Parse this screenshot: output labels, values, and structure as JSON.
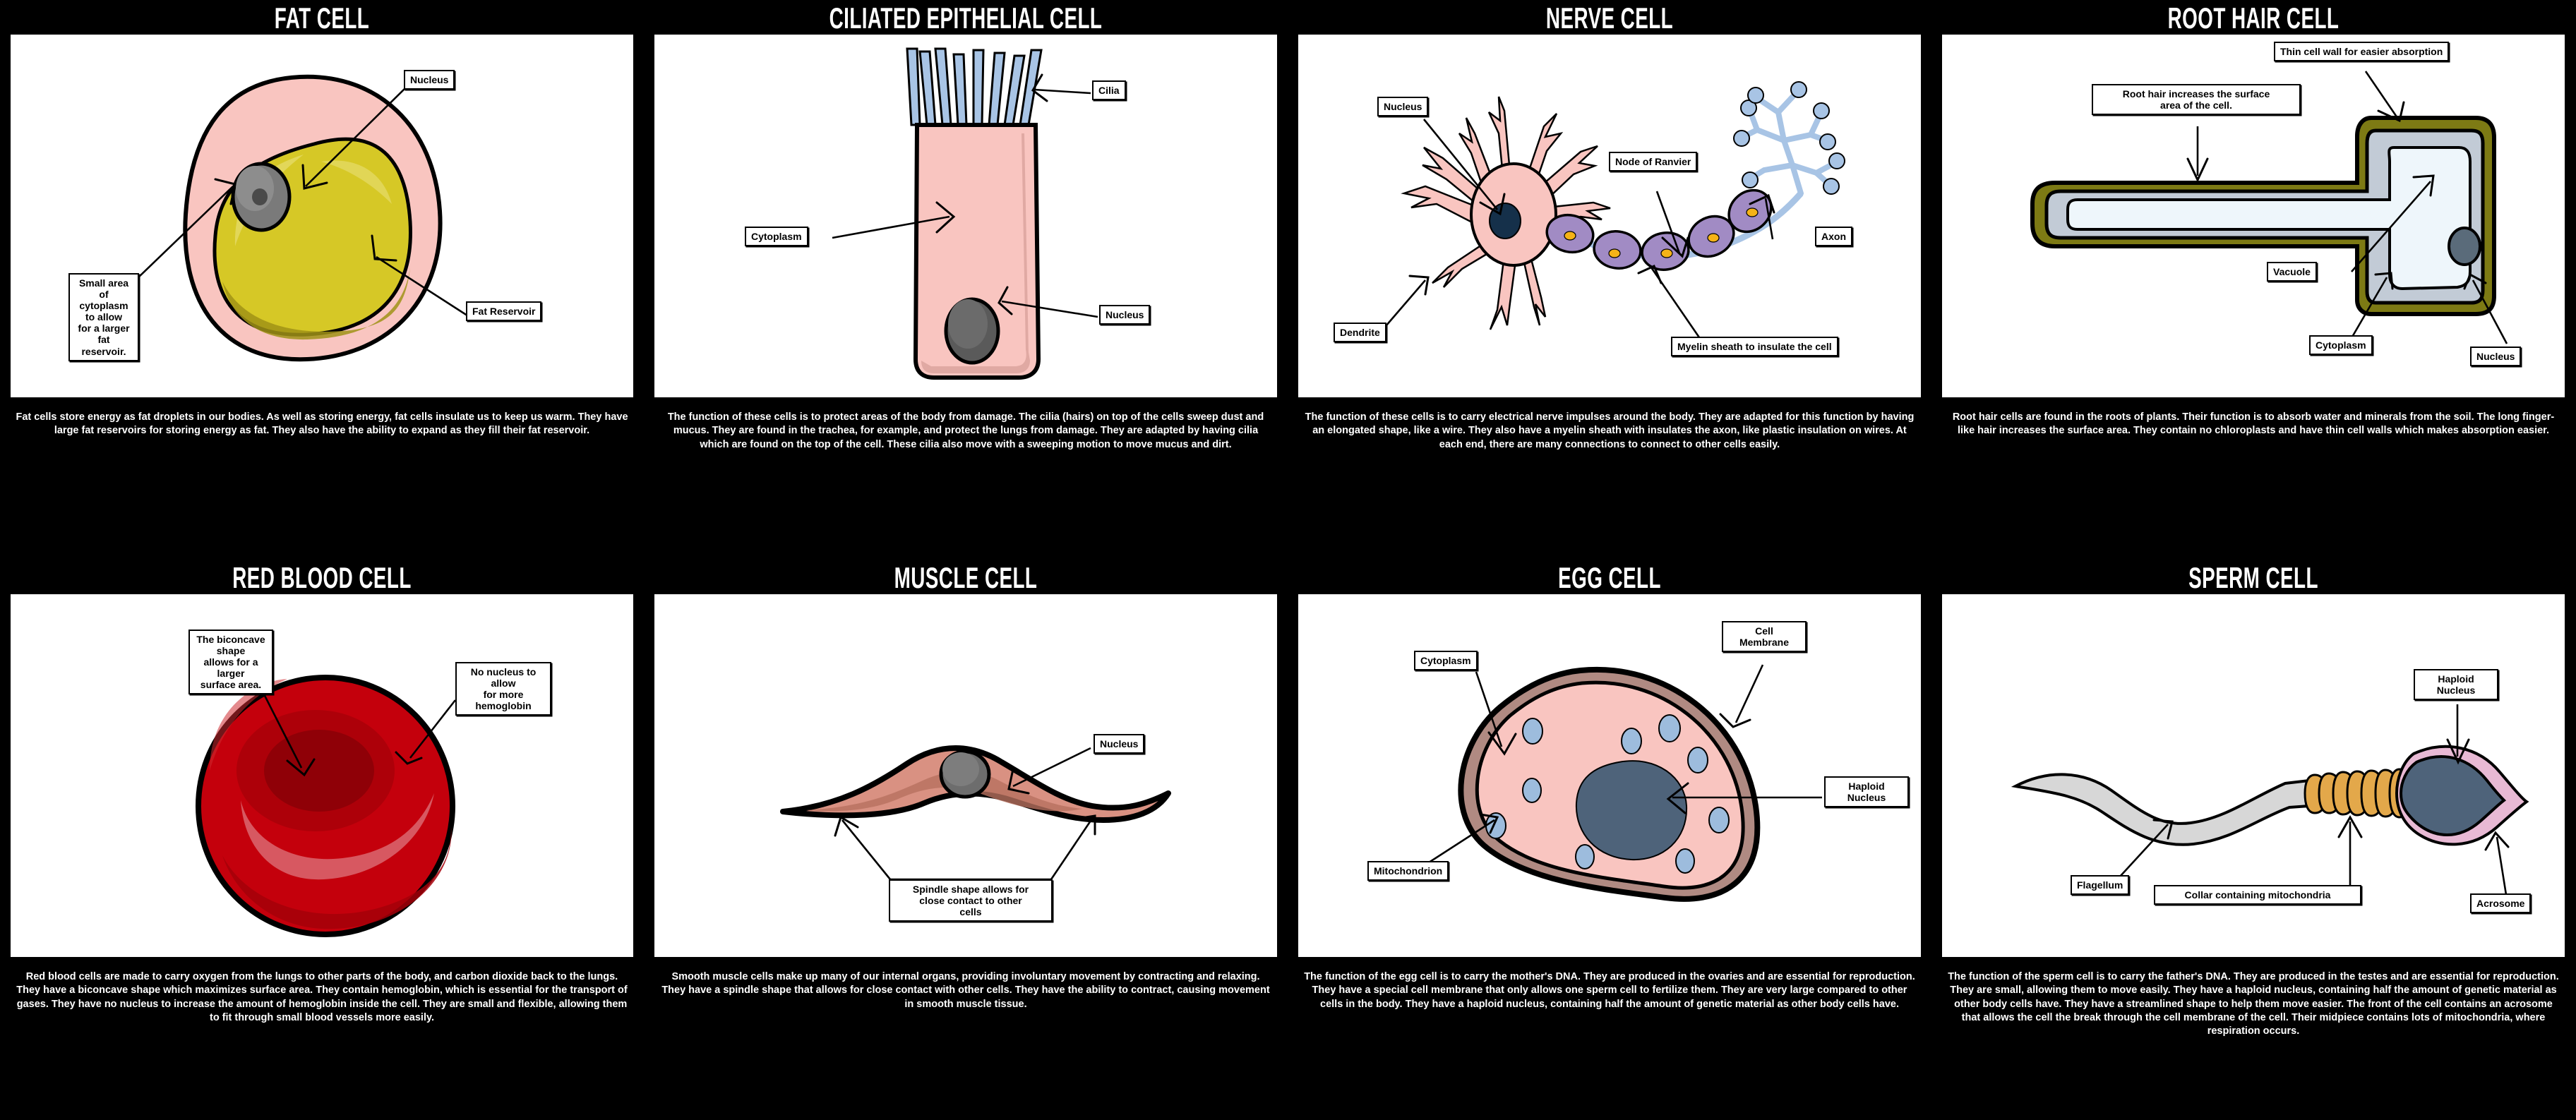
{
  "board": {
    "background_color": "#000000",
    "panel_background": "#ffffff",
    "title_color": "#ffffff",
    "caption_color": "#ffffff"
  },
  "panels": [
    {
      "id": "fat-cell",
      "title": "FAT CELL",
      "caption": "Fat cells store energy as fat droplets in our bodies. As well as storing energy, fat cells insulate us to keep us warm. They have large fat reservoirs for storing energy as fat. They also have the ability to expand as they fill their fat reservoir.",
      "labels": [
        {
          "name": "nucleus",
          "text": "Nucleus"
        },
        {
          "name": "small-area-of-cytoplasm",
          "text": "Small area of\ncytoplasm to allow\nfor a larger fat\nreservoir."
        },
        {
          "name": "fat-reservoir",
          "text": "Fat Reservoir"
        }
      ],
      "colors": {
        "cytoplasm": "#f9c5c0",
        "fat": "#d6c826",
        "fat_shadow": "#a09216",
        "nucleus": "#7a7a7a"
      }
    },
    {
      "id": "ciliated-epithelial-cell",
      "title": "CILIATED EPITHELIAL CELL",
      "caption": "The function of these cells is to protect areas of the body from damage. The cilia (hairs) on top of the cells sweep dust and mucus. They are found in the trachea, for example, and protect the lungs from damage. They are adapted by having cilia which are found on the top of the cell. These cilia also move with a sweeping motion to move mucus and dirt.",
      "labels": [
        {
          "name": "cilia",
          "text": "Cilia"
        },
        {
          "name": "cytoplasm",
          "text": "Cytoplasm"
        },
        {
          "name": "nucleus",
          "text": "Nucleus"
        }
      ],
      "colors": {
        "cytoplasm": "#f9c5c0",
        "cilia": "#a8c4e5",
        "nucleus": "#5a5a5a"
      }
    },
    {
      "id": "nerve-cell",
      "title": "NERVE CELL",
      "caption": "The function of these cells is to carry electrical nerve impulses around the body. They are adapted for this function by having an elongated shape, like a wire. They also have a myelin sheath with insulates the axon, like plastic insulation on wires. At each end, there are many connections to connect to other cells easily.",
      "labels": [
        {
          "name": "nucleus",
          "text": "Nucleus"
        },
        {
          "name": "node-of-ranvier",
          "text": "Node of Ranvier"
        },
        {
          "name": "axon",
          "text": "Axon"
        },
        {
          "name": "dendrite",
          "text": "Dendrite"
        },
        {
          "name": "myelin-sheath",
          "text": "Myelin sheath to insulate the cell"
        }
      ],
      "colors": {
        "soma": "#f9c5c0",
        "myelin": "#a18bc4",
        "axon_terminal": "#a8c4e5",
        "nucleus": "#15304a",
        "myelin_nucleus": "#f5b317"
      }
    },
    {
      "id": "root-hair-cell",
      "title": "ROOT HAIR CELL",
      "caption": "Root hair cells are found in the roots of plants. Their function is to absorb water and minerals from the soil. The long finger-like hair increases the surface area. They contain no chloroplasts and have thin cell walls which makes absorption easier.",
      "labels": [
        {
          "name": "thin-cell-wall",
          "text": "Thin cell wall for easier absorption"
        },
        {
          "name": "root-hair-surface-area",
          "text": "Root hair increases the surface\narea of the cell."
        },
        {
          "name": "vacuole",
          "text": "Vacuole"
        },
        {
          "name": "cytoplasm",
          "text": "Cytoplasm"
        },
        {
          "name": "nucleus",
          "text": "Nucleus"
        }
      ],
      "colors": {
        "cell_wall": "#7d7a14",
        "cytoplasm": "#c2cbd6",
        "vacuole": "#eef6fb",
        "nucleus": "#5a6b7a"
      }
    },
    {
      "id": "red-blood-cell",
      "title": "RED BLOOD CELL",
      "caption": "Red blood cells are made to carry oxygen from the lungs to other parts of the body, and carbon dioxide back to the lungs. They have a biconcave shape which maximizes surface area. They contain hemoglobin, which is essential for the transport of gases. They have no nucleus to increase the amount of hemoglobin inside the cell. They are small and flexible, allowing them to fit through small blood vessels more easily.",
      "labels": [
        {
          "name": "biconcave-shape",
          "text": "The biconcave shape\nallows for a larger\nsurface area."
        },
        {
          "name": "no-nucleus",
          "text": "No nucleus to allow\nfor more hemoglobin"
        }
      ],
      "colors": {
        "body": "#c4000c",
        "dimple": "#8f0007",
        "highlight": "#d9626a",
        "shade": "#a50009"
      }
    },
    {
      "id": "muscle-cell",
      "title": "MUSCLE CELL",
      "caption": "Smooth muscle cells make up many of our internal organs, providing involuntary movement by contracting and relaxing. They have a spindle shape that allows for close contact with other cells. They have the ability to contract, causing movement in smooth muscle tissue.",
      "labels": [
        {
          "name": "nucleus",
          "text": "Nucleus"
        },
        {
          "name": "spindle-shape",
          "text": "Spindle shape allows for\nclose contact to other\ncells"
        }
      ],
      "colors": {
        "body": "#d99182",
        "shade": "#b7705f",
        "nucleus": "#6d6d6d"
      }
    },
    {
      "id": "egg-cell",
      "title": "EGG CELL",
      "caption": "The function of the egg cell is to carry the mother's DNA. They are produced in the ovaries and are essential for reproduction. They have a special cell membrane that only allows one sperm cell to fertilize them. They are very large compared to other cells in the body. They have a haploid nucleus, containing half the amount of genetic material as other body cells have.",
      "labels": [
        {
          "name": "cell-membrane",
          "text": "Cell\nMembrane"
        },
        {
          "name": "cytoplasm",
          "text": "Cytoplasm"
        },
        {
          "name": "haploid-nucleus",
          "text": "Haploid\nNucleus"
        },
        {
          "name": "mitochondrion",
          "text": "Mitochondrion"
        }
      ],
      "colors": {
        "cytoplasm": "#f9c5c0",
        "membrane": "#b08a82",
        "nucleus": "#4e637a",
        "mitochondria": "#9dbcdd"
      }
    },
    {
      "id": "sperm-cell",
      "title": "SPERM CELL",
      "caption": "The function of the sperm cell is to carry the father's DNA. They are produced in the testes and are essential for reproduction. They are small, allowing them to move easily. They have a haploid nucleus, containing half the amount of genetic material as other body cells have. They have a streamlined shape to help them move easier. The front of the cell contains an acrosome that allows the cell the break through the cell membrane of the cell. Their midpiece contains lots of mitochondria, where respiration occurs.",
      "labels": [
        {
          "name": "haploid-nucleus",
          "text": "Haploid\nNucleus"
        },
        {
          "name": "flagellum",
          "text": "Flagellum"
        },
        {
          "name": "collar-mitochondria",
          "text": "Collar containing mitochondria"
        },
        {
          "name": "acrosome",
          "text": "Acrosome"
        }
      ],
      "colors": {
        "flagellum": "#d7d7d7",
        "collar": "#e3a84a",
        "nucleus": "#4e637a",
        "acrosome": "#e8b9d4"
      }
    }
  ]
}
